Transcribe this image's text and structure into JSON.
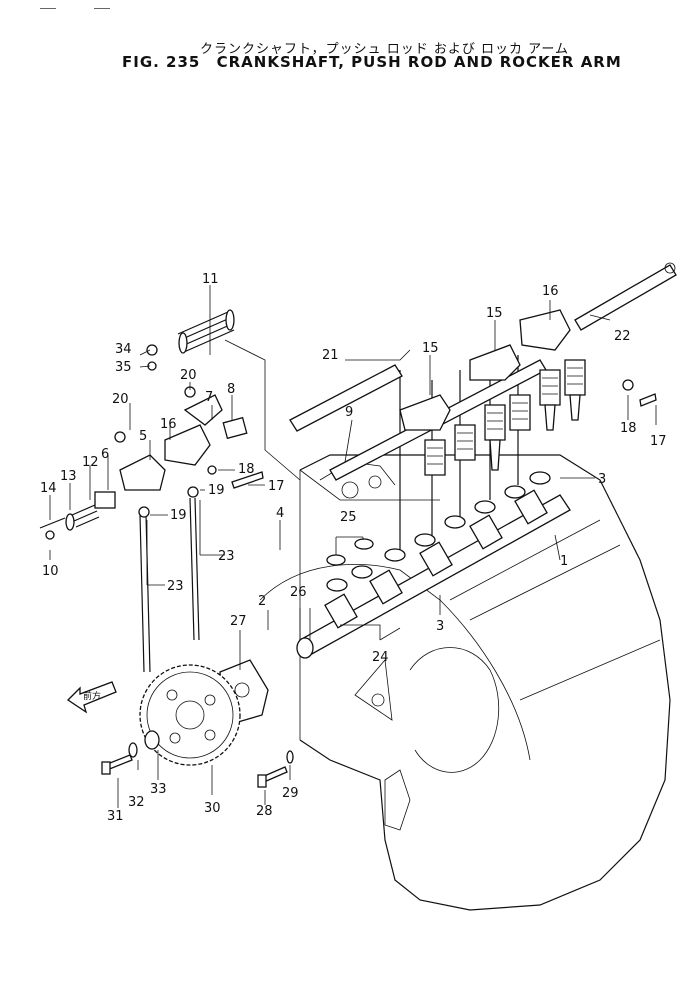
{
  "header": {
    "title_jp": "クランクシャフト，プッシュ ロッド および ロッカ アーム",
    "fig_label": "FIG. 235",
    "title_en": "CRANKSHAFT, PUSH ROD AND ROCKER ARM"
  },
  "diagram": {
    "front_arrow_label": "前方",
    "callouts": [
      "1",
      "2",
      "3",
      "3",
      "4",
      "5",
      "6",
      "7",
      "8",
      "9",
      "10",
      "11",
      "12",
      "13",
      "14",
      "15",
      "15",
      "16",
      "16",
      "17",
      "17",
      "18",
      "18",
      "19",
      "19",
      "20",
      "20",
      "21",
      "22",
      "23",
      "23",
      "24",
      "25",
      "26",
      "27",
      "28",
      "29",
      "30",
      "31",
      "32",
      "33",
      "34",
      "35"
    ]
  }
}
